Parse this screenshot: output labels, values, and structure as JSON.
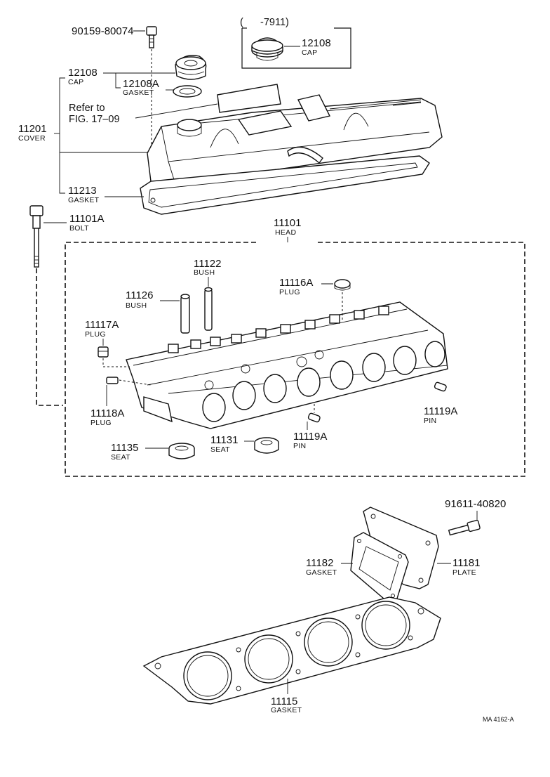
{
  "diagram": {
    "parts": [
      {
        "key": "p90159",
        "number": "90159-80074",
        "name": ""
      },
      {
        "key": "p12108_alt",
        "number": "12108",
        "name": "CAP",
        "note": "(      -7911)"
      },
      {
        "key": "p12108",
        "number": "12108",
        "name": "CAP"
      },
      {
        "key": "p12108A",
        "number": "12108A",
        "name": "GASKET"
      },
      {
        "key": "p11201",
        "number": "11201",
        "name": "COVER"
      },
      {
        "key": "p11213",
        "number": "11213",
        "name": "GASKET"
      },
      {
        "key": "p11101A",
        "number": "11101A",
        "name": "BOLT"
      },
      {
        "key": "p11101",
        "number": "11101",
        "name": "HEAD"
      },
      {
        "key": "p11122",
        "number": "11122",
        "name": "BUSH"
      },
      {
        "key": "p11126",
        "number": "11126",
        "name": "BUSH"
      },
      {
        "key": "p11116A",
        "number": "11116A",
        "name": "PLUG"
      },
      {
        "key": "p11117A",
        "number": "11117A",
        "name": "PLUG"
      },
      {
        "key": "p11118A",
        "number": "11118A",
        "name": "PLUG"
      },
      {
        "key": "p11119A_r",
        "number": "11119A",
        "name": "PIN"
      },
      {
        "key": "p11119A_b",
        "number": "11119A",
        "name": "PIN"
      },
      {
        "key": "p11131",
        "number": "11131",
        "name": "SEAT"
      },
      {
        "key": "p11135",
        "number": "11135",
        "name": "SEAT"
      },
      {
        "key": "p91611",
        "number": "91611-40820",
        "name": ""
      },
      {
        "key": "p11182",
        "number": "11182",
        "name": "GASKET"
      },
      {
        "key": "p11181",
        "number": "11181",
        "name": "PLATE"
      },
      {
        "key": "p11115",
        "number": "11115",
        "name": "GASKET"
      }
    ],
    "refer_line1": "Refer to",
    "refer_line2": "FIG. 17–09",
    "figure_code": "MA 4162-A"
  }
}
